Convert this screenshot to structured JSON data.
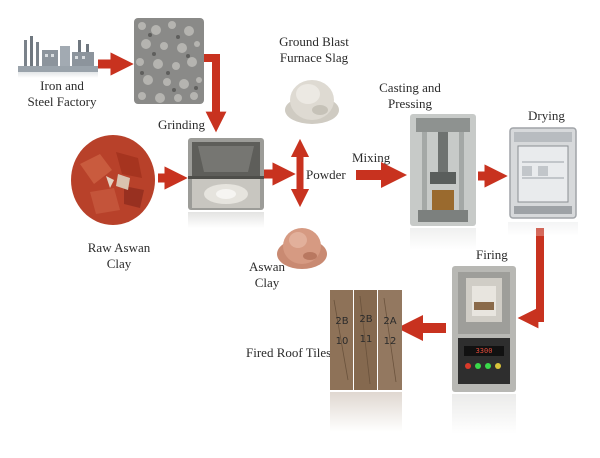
{
  "labels": {
    "iron_line1": "Iron and",
    "iron_line2": "Steel Factory",
    "grinding": "Grinding",
    "slag_line1": "Ground Blast",
    "slag_line2": "Furnace Slag",
    "casting_line1": "Casting and",
    "casting_line2": "Pressing",
    "drying": "Drying",
    "powder": "Powder",
    "mixing": "Mixing",
    "raw_clay_line1": "Raw Aswan",
    "raw_clay_line2": "Clay",
    "aswan_clay_line1": "Aswan",
    "aswan_clay_line2": "Clay",
    "firing": "Firing",
    "fired_tiles": "Fired Roof Tiles"
  },
  "tile_markings": [
    "2B",
    "2B",
    "2A",
    "10",
    "11",
    "12"
  ],
  "kiln_display": "3300",
  "colors": {
    "arrow": "#c8321f",
    "arrow_dark": "#8e1c10",
    "text": "#2b2b2b",
    "clay": "#b8412a",
    "slag": "#d8d4cc",
    "gravel": "#8a8a88",
    "wood": "#8a6a4a"
  },
  "icons": {
    "factory": "factory-icon",
    "gravel": "gravel-pile-icon",
    "slag": "slag-powder-icon",
    "clay_rock": "clay-rock-icon",
    "grinder": "grinding-machine-icon",
    "clay_powder": "clay-powder-icon",
    "press": "casting-press-icon",
    "oven": "drying-oven-icon",
    "kiln": "firing-kiln-icon",
    "tiles": "roof-tiles-icon"
  }
}
